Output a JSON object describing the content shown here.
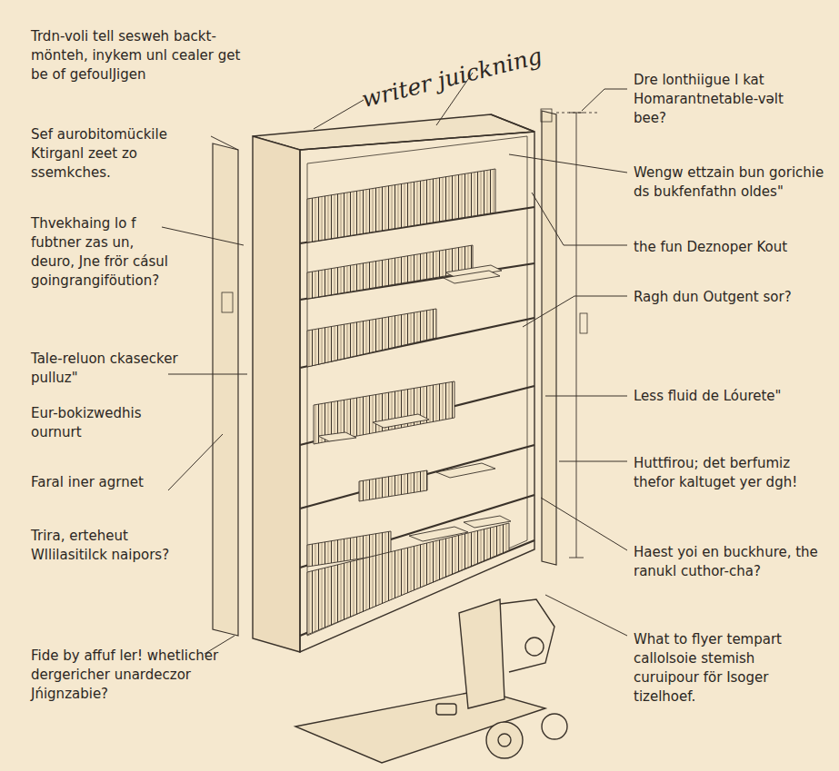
{
  "diagram": {
    "labels": [
      "writer juickning",
      "Trdn-voli tell sesweh backt-mönteh, inykem unl cealer get be of gefoulJigen",
      "Sef aurobitomückile Ktirganl zeet zo ssemkches.",
      "Thvekhaing lo f fubtner zas un, deuro, Jne frör cásul goingrangiföution?",
      "Tale-reluon ckasecker pulluz\"",
      "Eur-bokizwedhis ournurt",
      "Faral iner agrnet",
      "Trira, erteheut Wllilasitilck naipors?",
      "Fide by affuf ler! whetlicher dergericher unardeczor Jńignzabie?",
      "Dre lonthiigue I kat Homarantnetable-vəlt bee?",
      "Wengw ettzain bun gorichie ds bukfenfathn oldes\"",
      "the fun Deznoper Kout",
      "Ragh dun Outgent sor?",
      "Less fluid de Lóurete\"",
      "Huttfirou; det berfumiz thefor kaltuget yer dgh!",
      "Haest yoi en buckhure, the ranukl cuthor-cha?",
      "What to flyer tempart callolsoie stemish curuipour för Isoger tizelhoef."
    ]
  }
}
